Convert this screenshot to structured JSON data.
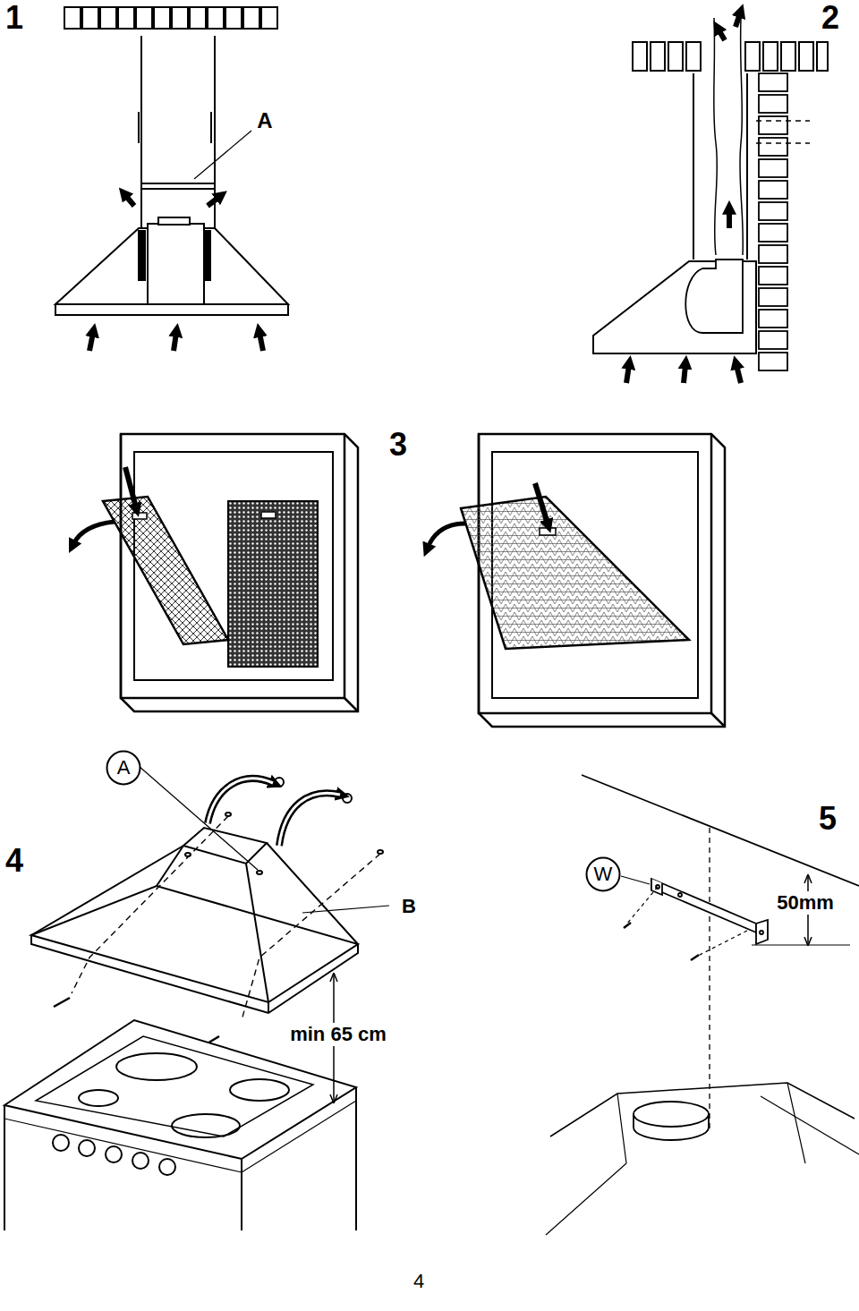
{
  "diagram": {
    "nodes": [
      {
        "text": [
          "A"
        ]
      },
      {
        "text": [
          "W"
        ]
      }
    ],
    "labels": [
      "1",
      "2",
      "A",
      "3",
      "4",
      "B",
      "min 65 cm",
      "5",
      "50mm",
      "4"
    ]
  }
}
